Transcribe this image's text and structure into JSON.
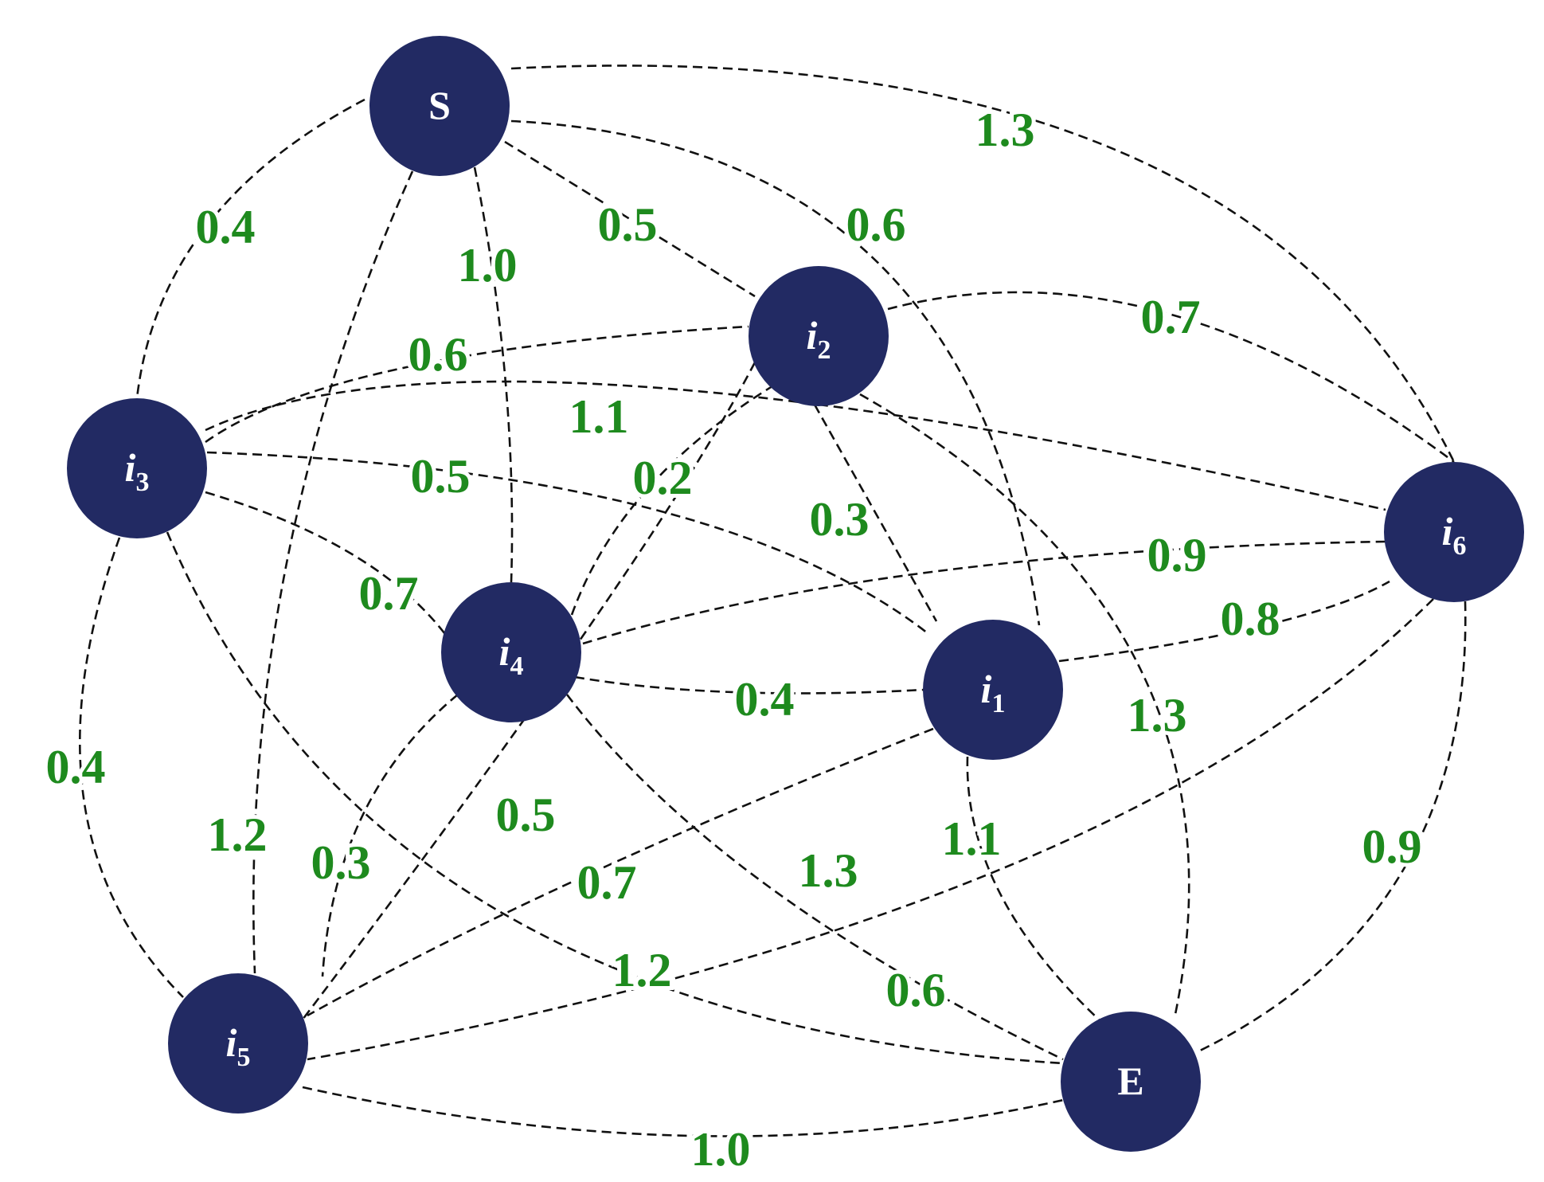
{
  "diagram": {
    "type": "weighted-graph",
    "colors": {
      "node": "#222a63",
      "label": "#1e8a1e",
      "edge": "#111111",
      "node_text": "#ffffff"
    },
    "nodes": [
      {
        "id": "S",
        "label": "S",
        "sub": ""
      },
      {
        "id": "i2",
        "label": "i",
        "sub": "2"
      },
      {
        "id": "i3",
        "label": "i",
        "sub": "3"
      },
      {
        "id": "i6",
        "label": "i",
        "sub": "6"
      },
      {
        "id": "i4",
        "label": "i",
        "sub": "4"
      },
      {
        "id": "i1",
        "label": "i",
        "sub": "1"
      },
      {
        "id": "i5",
        "label": "i",
        "sub": "5"
      },
      {
        "id": "E",
        "label": "E",
        "sub": ""
      }
    ],
    "edges": [
      {
        "from": "S",
        "to": "i3",
        "weight": "0.4"
      },
      {
        "from": "S",
        "to": "i4",
        "weight": "1.0"
      },
      {
        "from": "S",
        "to": "i2",
        "weight": "0.5"
      },
      {
        "from": "S",
        "to": "i1",
        "weight": "0.6"
      },
      {
        "from": "S",
        "to": "i6",
        "weight": "1.3"
      },
      {
        "from": "S",
        "to": "i5",
        "weight": "1.2"
      },
      {
        "from": "i3",
        "to": "i2",
        "weight": "0.6"
      },
      {
        "from": "i3",
        "to": "i6",
        "weight": "1.1"
      },
      {
        "from": "i3",
        "to": "i1",
        "weight": "0.5"
      },
      {
        "from": "i3",
        "to": "i4",
        "weight": "0.7"
      },
      {
        "from": "i3",
        "to": "i5",
        "weight": "0.4"
      },
      {
        "from": "i3",
        "to": "E",
        "weight": "1.2"
      },
      {
        "from": "i2",
        "to": "i6",
        "weight": "0.7"
      },
      {
        "from": "i2",
        "to": "i4",
        "weight": "0.2"
      },
      {
        "from": "i2",
        "to": "i1",
        "weight": "0.3"
      },
      {
        "from": "i2",
        "to": "E",
        "weight": "1.3"
      },
      {
        "from": "i2",
        "to": "i5",
        "weight": "0.5"
      },
      {
        "from": "i4",
        "to": "i6",
        "weight": "0.9"
      },
      {
        "from": "i4",
        "to": "i1",
        "weight": "0.4"
      },
      {
        "from": "i4",
        "to": "i5",
        "weight": "0.3"
      },
      {
        "from": "i4",
        "to": "E",
        "weight": "1.3"
      },
      {
        "from": "i1",
        "to": "i6",
        "weight": "0.8"
      },
      {
        "from": "i1",
        "to": "i5",
        "weight": "0.7"
      },
      {
        "from": "i1",
        "to": "E",
        "weight": "1.1"
      },
      {
        "from": "i6",
        "to": "i5",
        "weight": "0.6"
      },
      {
        "from": "i6",
        "to": "E",
        "weight": "0.9"
      },
      {
        "from": "i5",
        "to": "E",
        "weight": "1.0"
      }
    ]
  }
}
